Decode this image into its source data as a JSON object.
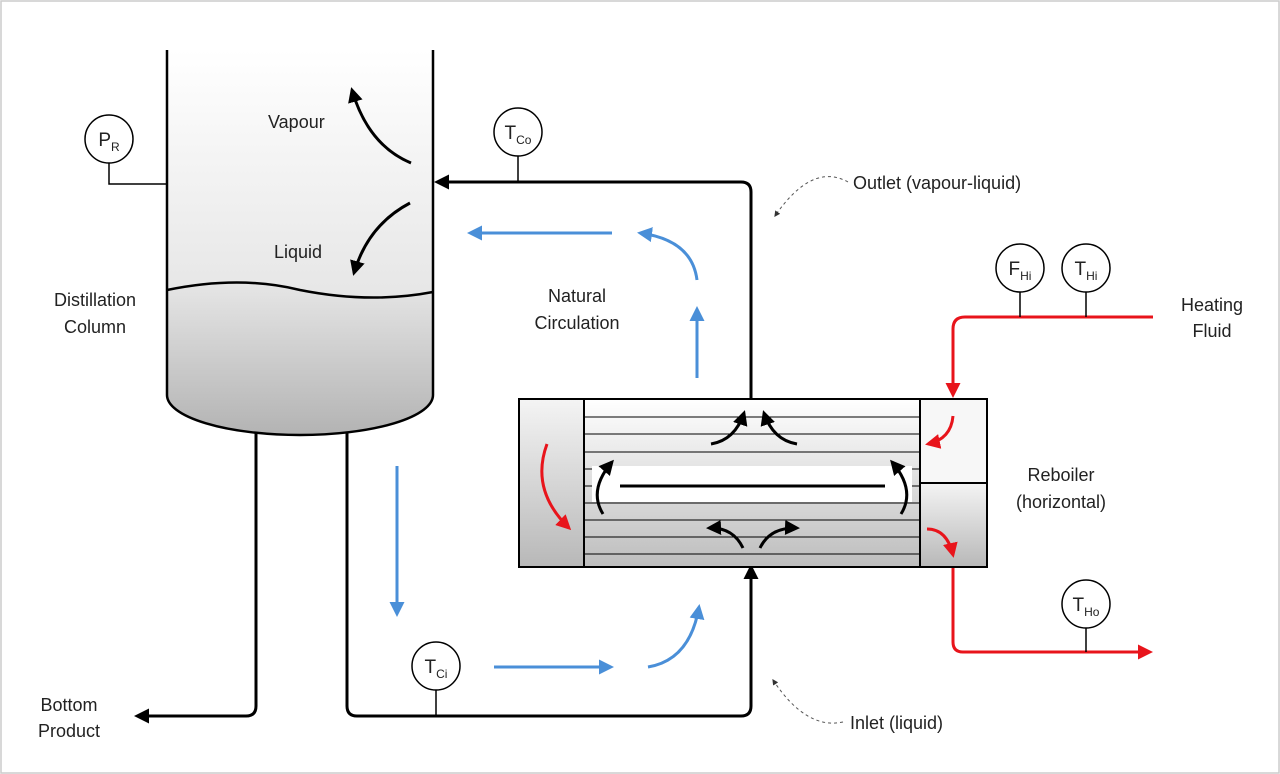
{
  "labels": {
    "vapour": "Vapour",
    "liquid": "Liquid",
    "column_line1": "Distillation",
    "column_line2": "Column",
    "natural_line1": "Natural",
    "natural_line2": "Circulation",
    "outlet": "Outlet (vapour-liquid)",
    "inlet": "Inlet (liquid)",
    "heating_line1": "Heating",
    "heating_line2": "Fluid",
    "reboiler_line1": "Reboiler",
    "reboiler_line2": "(horizontal)",
    "bottom_line1": "Bottom",
    "bottom_line2": "Product"
  },
  "instruments": {
    "pr": {
      "main": "P",
      "sub": "R"
    },
    "tco": {
      "main": "T",
      "sub": "Co"
    },
    "tci": {
      "main": "T",
      "sub": "Ci"
    },
    "fhi": {
      "main": "F",
      "sub": "Hi"
    },
    "thi": {
      "main": "T",
      "sub": "Hi"
    },
    "tho": {
      "main": "T",
      "sub": "Ho"
    }
  },
  "colors": {
    "process_line": "#000000",
    "circulation_flow": "#4a8fd8",
    "heating_fluid": "#e8141b",
    "vessel_fill_light": "#f3f3f3",
    "vessel_fill_dark": "#b5b5b5",
    "frame_border": "#cccccc"
  }
}
